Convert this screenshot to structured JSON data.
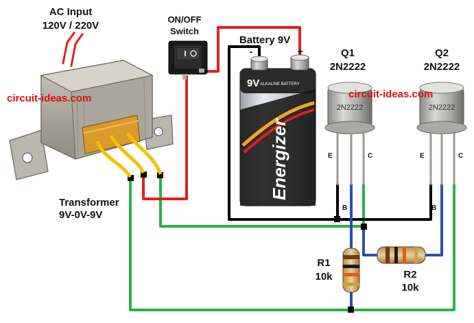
{
  "labels": {
    "ac_input_line1": "AC Input",
    "ac_input_line2": "120V / 220V",
    "switch_line1": "ON/OFF",
    "switch_line2": "Switch",
    "battery": "Battery 9V",
    "battery_minus": "-",
    "battery_plus": "+",
    "battery_voltage": "9V",
    "battery_small_text": "ALKALINE BATTERY",
    "battery_brand": "Energizer",
    "transformer_line1": "Transformer",
    "transformer_line2": "9V-0V-9V",
    "q1_name": "Q1",
    "q1_part": "2N2222",
    "q1_body": "2N2222",
    "q2_name": "Q2",
    "q2_part": "2N2222",
    "q2_body": "2N2222",
    "pin_e": "E",
    "pin_c": "C",
    "pin_b": "B",
    "r1_name": "R1",
    "r1_value": "10k",
    "r2_name": "R2",
    "r2_value": "10k",
    "watermark_left": "circuit-ideas.com",
    "watermark_right": "circuit-ideas.com"
  },
  "colors": {
    "wire_red": "#e0201c",
    "wire_black": "#000000",
    "wire_green": "#2ab24a",
    "wire_blue": "#2b4fb0",
    "wire_yellow": "#f2c300",
    "watermark": "#e01010"
  }
}
